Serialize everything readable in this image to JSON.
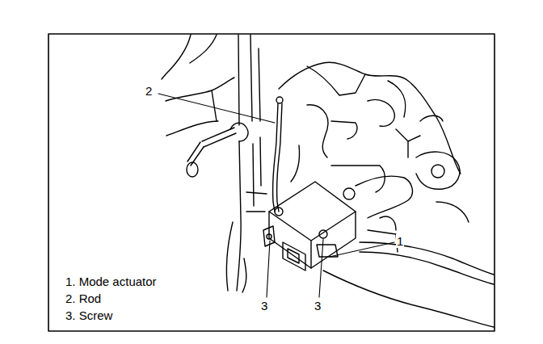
{
  "diagram": {
    "labels": [
      "2",
      "1",
      "3",
      "3",
      "1. Mode actuator",
      "2. Rod",
      "3. Screw"
    ]
  }
}
